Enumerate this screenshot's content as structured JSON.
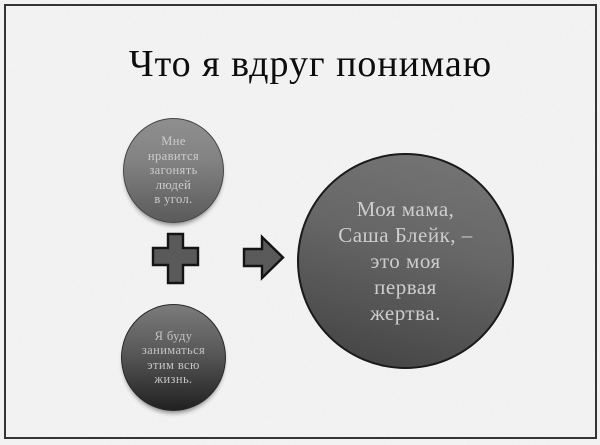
{
  "slide": {
    "title": "Что я вдруг понимаю",
    "premise_top": {
      "lines": [
        "Мне",
        "нравится",
        "загонять",
        "людей",
        "в угол."
      ]
    },
    "operator": {
      "icon": "plus-icon"
    },
    "premise_bottom": {
      "lines": [
        "Я буду",
        "заниматься",
        "этим всю",
        "жизнь."
      ]
    },
    "result_pointer": {
      "icon": "arrow-right-icon"
    },
    "conclusion": {
      "lines": [
        "Моя мама,",
        "Саша Блейк, –",
        "это моя",
        "первая",
        "жертва."
      ]
    },
    "colors": {
      "background": "#ffffff",
      "frame_border": "#383838",
      "title_text": "#0e0e0e",
      "shape_fill": "#5f5f5f",
      "shape_outline": "#161616",
      "circle_text": "#d8d8d8",
      "small_circle_top_gradient": [
        "#979797",
        "#606060"
      ],
      "small_circle_bottom_gradient": [
        "#828282",
        "#232323"
      ],
      "large_circle_gradient": [
        "#7d7d7d",
        "#454545"
      ]
    }
  }
}
